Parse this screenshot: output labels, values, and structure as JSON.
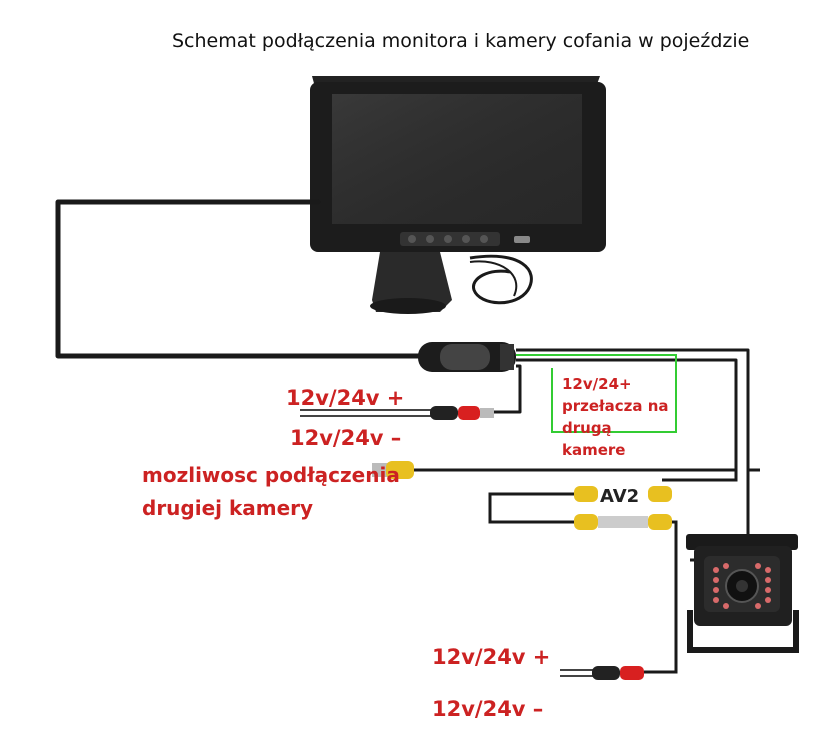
{
  "title": "Schemat podłączenia monitora i kamery cofania w pojeździe",
  "labels": {
    "power_plus_1": "12v/24v +",
    "power_minus_1": "12v/24v –",
    "second_camera_line1": "mozliwosc podłączenia",
    "second_camera_line2": "drugiej kamery",
    "switch_line1": "12v/24+",
    "switch_line2": "przełacza na",
    "switch_line3": "drugą",
    "switch_line4": "kamere",
    "av2": "AV2",
    "power_plus_2": "12v/24v +",
    "power_minus_2": "12v/24v –"
  },
  "colors": {
    "label_red": "#cc2222",
    "cable": "#1a1a1a",
    "green_wire": "#33cc33",
    "rca_yellow": "#e8c020",
    "rca_red": "#d82020"
  }
}
